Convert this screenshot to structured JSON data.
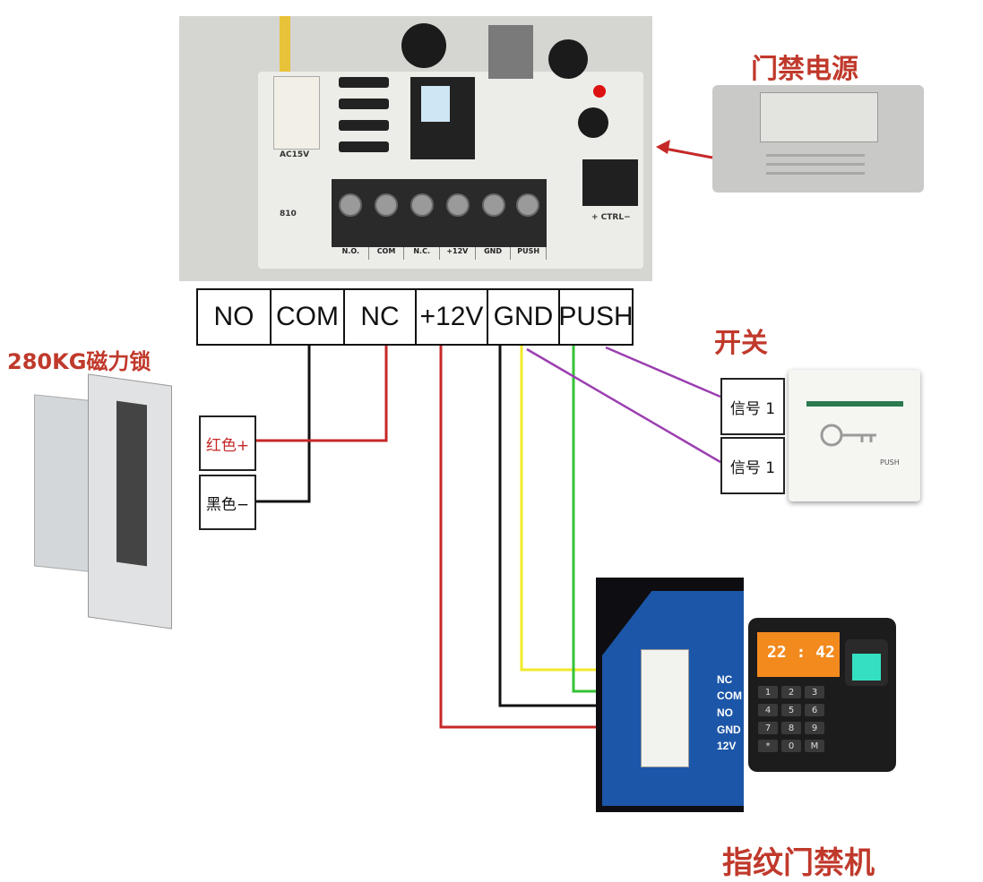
{
  "titles": {
    "power_supply": "门禁电源",
    "switch": "开关",
    "maglock": "280KG磁力锁",
    "fingerprint": "指纹门禁机"
  },
  "board_labels": {
    "ac_input": "AC15V",
    "board_id": "810",
    "ctrl": "+ CTRL−",
    "terminals": [
      "N.O.",
      "COM",
      "N.C.",
      "+12V",
      "GND",
      "PUSH"
    ]
  },
  "pins": [
    {
      "label": "NO"
    },
    {
      "label": "COM"
    },
    {
      "label": "NC"
    },
    {
      "label": "+12V"
    },
    {
      "label": "GND"
    },
    {
      "label": "PUSH"
    }
  ],
  "lock_wires": {
    "red": "红色+",
    "black": "黑色−"
  },
  "switch_signals": [
    "信号 1",
    "信号 1"
  ],
  "switch_face_text": "PUSH",
  "fingerprint_pins": [
    "NC",
    "COM",
    "NO",
    "GND",
    "12V"
  ],
  "fingerprint_lcd": {
    "time": "22 : 42"
  },
  "keypad": [
    "1",
    "2",
    "3",
    "4",
    "5",
    "6",
    "7",
    "8",
    "9",
    "*",
    "0",
    "M"
  ],
  "colors": {
    "title": "#c0392b",
    "wire_red": "#c62828",
    "wire_black": "#111111",
    "wire_yellow": "#f2ea2a",
    "wire_green": "#35c235",
    "wire_purple": "#9b3fb0"
  }
}
